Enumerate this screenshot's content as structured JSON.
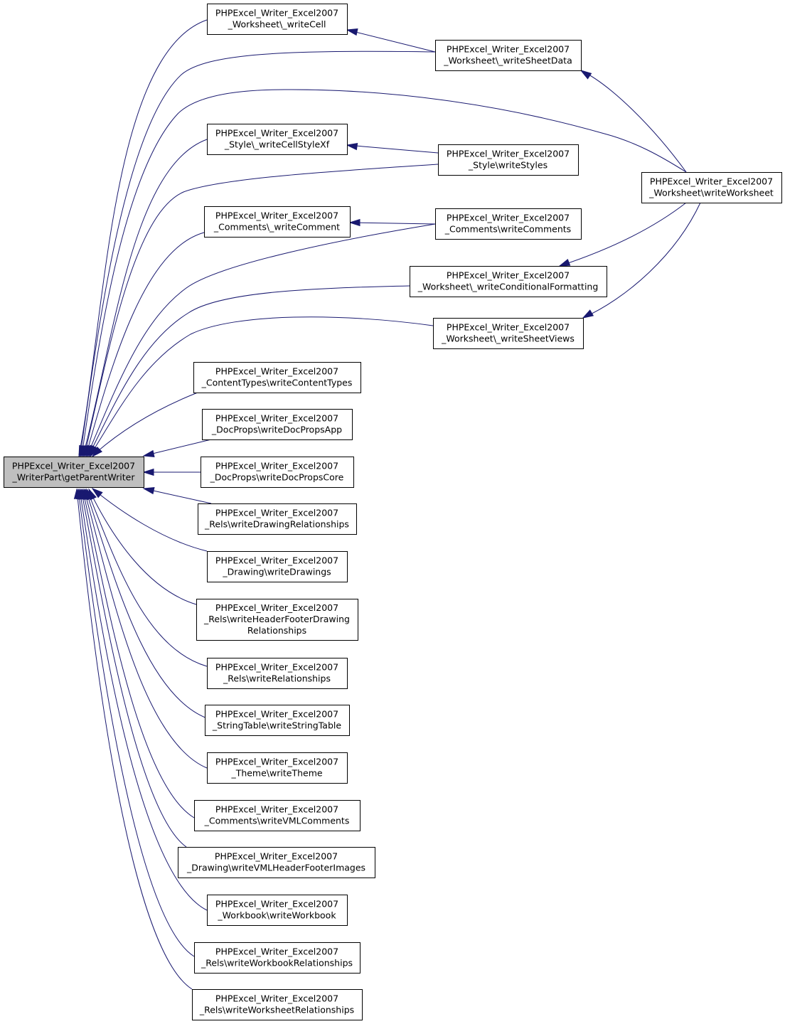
{
  "graph": {
    "type": "call-graph",
    "colors": {
      "edge": "#191970",
      "root_fill": "#bfbfbf",
      "node_fill": "#ffffff",
      "border": "#000000"
    },
    "nodes": [
      {
        "id": "root",
        "root": true,
        "lines": [
          "PHPExcel_Writer_Excel2007",
          "_WriterPart\\getParentWriter"
        ]
      },
      {
        "id": "ws_writeCell",
        "lines": [
          "PHPExcel_Writer_Excel2007",
          "_Worksheet\\_writeCell"
        ]
      },
      {
        "id": "ws_writeSheetData",
        "lines": [
          "PHPExcel_Writer_Excel2007",
          "_Worksheet\\_writeSheetData"
        ]
      },
      {
        "id": "ws_writeWorksheet",
        "lines": [
          "PHPExcel_Writer_Excel2007",
          "_Worksheet\\writeWorksheet"
        ]
      },
      {
        "id": "st_writeCellStyleXf",
        "lines": [
          "PHPExcel_Writer_Excel2007",
          "_Style\\_writeCellStyleXf"
        ]
      },
      {
        "id": "st_writeStyles",
        "lines": [
          "PHPExcel_Writer_Excel2007",
          "_Style\\writeStyles"
        ]
      },
      {
        "id": "cm_writeComment",
        "lines": [
          "PHPExcel_Writer_Excel2007",
          "_Comments\\_writeComment"
        ]
      },
      {
        "id": "cm_writeComments",
        "lines": [
          "PHPExcel_Writer_Excel2007",
          "_Comments\\writeComments"
        ]
      },
      {
        "id": "ws_writeConditionalFormatting",
        "lines": [
          "PHPExcel_Writer_Excel2007",
          "_Worksheet\\_writeConditionalFormatting"
        ]
      },
      {
        "id": "ws_writeSheetViews",
        "lines": [
          "PHPExcel_Writer_Excel2007",
          "_Worksheet\\_writeSheetViews"
        ]
      },
      {
        "id": "ct_writeContentTypes",
        "lines": [
          "PHPExcel_Writer_Excel2007",
          "_ContentTypes\\writeContentTypes"
        ]
      },
      {
        "id": "dp_writeDocPropsApp",
        "lines": [
          "PHPExcel_Writer_Excel2007",
          "_DocProps\\writeDocPropsApp"
        ]
      },
      {
        "id": "dp_writeDocPropsCore",
        "lines": [
          "PHPExcel_Writer_Excel2007",
          "_DocProps\\writeDocPropsCore"
        ]
      },
      {
        "id": "rl_writeDrawingRelationships",
        "lines": [
          "PHPExcel_Writer_Excel2007",
          "_Rels\\writeDrawingRelationships"
        ]
      },
      {
        "id": "dr_writeDrawings",
        "lines": [
          "PHPExcel_Writer_Excel2007",
          "_Drawing\\writeDrawings"
        ]
      },
      {
        "id": "rl_writeHeaderFooterDrawingRelationships",
        "lines": [
          "PHPExcel_Writer_Excel2007",
          "_Rels\\writeHeaderFooterDrawing",
          "Relationships"
        ]
      },
      {
        "id": "rl_writeRelationships",
        "lines": [
          "PHPExcel_Writer_Excel2007",
          "_Rels\\writeRelationships"
        ]
      },
      {
        "id": "stb_writeStringTable",
        "lines": [
          "PHPExcel_Writer_Excel2007",
          "_StringTable\\writeStringTable"
        ]
      },
      {
        "id": "th_writeTheme",
        "lines": [
          "PHPExcel_Writer_Excel2007",
          "_Theme\\writeTheme"
        ]
      },
      {
        "id": "cm_writeVMLComments",
        "lines": [
          "PHPExcel_Writer_Excel2007",
          "_Comments\\writeVMLComments"
        ]
      },
      {
        "id": "dr_writeVMLHeaderFooterImages",
        "lines": [
          "PHPExcel_Writer_Excel2007",
          "_Drawing\\writeVMLHeaderFooterImages"
        ]
      },
      {
        "id": "wb_writeWorkbook",
        "lines": [
          "PHPExcel_Writer_Excel2007",
          "_Workbook\\writeWorkbook"
        ]
      },
      {
        "id": "rl_writeWorkbookRelationships",
        "lines": [
          "PHPExcel_Writer_Excel2007",
          "_Rels\\writeWorkbookRelationships"
        ]
      },
      {
        "id": "rl_writeWorksheetRelationships",
        "lines": [
          "PHPExcel_Writer_Excel2007",
          "_Rels\\writeWorksheetRelationships"
        ]
      }
    ],
    "edges": [
      {
        "from": "ws_writeCell",
        "to": "root"
      },
      {
        "from": "ws_writeSheetData",
        "to": "ws_writeCell"
      },
      {
        "from": "ws_writeSheetData",
        "to": "root"
      },
      {
        "from": "ws_writeWorksheet",
        "to": "ws_writeSheetData"
      },
      {
        "from": "ws_writeWorksheet",
        "to": "root"
      },
      {
        "from": "st_writeCellStyleXf",
        "to": "root"
      },
      {
        "from": "st_writeStyles",
        "to": "st_writeCellStyleXf"
      },
      {
        "from": "st_writeStyles",
        "to": "root"
      },
      {
        "from": "cm_writeComment",
        "to": "root"
      },
      {
        "from": "cm_writeComments",
        "to": "cm_writeComment"
      },
      {
        "from": "cm_writeComments",
        "to": "root"
      },
      {
        "from": "ws_writeWorksheet",
        "to": "ws_writeConditionalFormatting"
      },
      {
        "from": "ws_writeConditionalFormatting",
        "to": "root"
      },
      {
        "from": "ws_writeWorksheet",
        "to": "ws_writeSheetViews"
      },
      {
        "from": "ws_writeSheetViews",
        "to": "root"
      },
      {
        "from": "ct_writeContentTypes",
        "to": "root"
      },
      {
        "from": "dp_writeDocPropsApp",
        "to": "root"
      },
      {
        "from": "dp_writeDocPropsCore",
        "to": "root"
      },
      {
        "from": "rl_writeDrawingRelationships",
        "to": "root"
      },
      {
        "from": "dr_writeDrawings",
        "to": "root"
      },
      {
        "from": "rl_writeHeaderFooterDrawingRelationships",
        "to": "root"
      },
      {
        "from": "rl_writeRelationships",
        "to": "root"
      },
      {
        "from": "stb_writeStringTable",
        "to": "root"
      },
      {
        "from": "th_writeTheme",
        "to": "root"
      },
      {
        "from": "cm_writeVMLComments",
        "to": "root"
      },
      {
        "from": "dr_writeVMLHeaderFooterImages",
        "to": "root"
      },
      {
        "from": "wb_writeWorkbook",
        "to": "root"
      },
      {
        "from": "rl_writeWorkbookRelationships",
        "to": "root"
      },
      {
        "from": "rl_writeWorksheetRelationships",
        "to": "root"
      }
    ]
  }
}
